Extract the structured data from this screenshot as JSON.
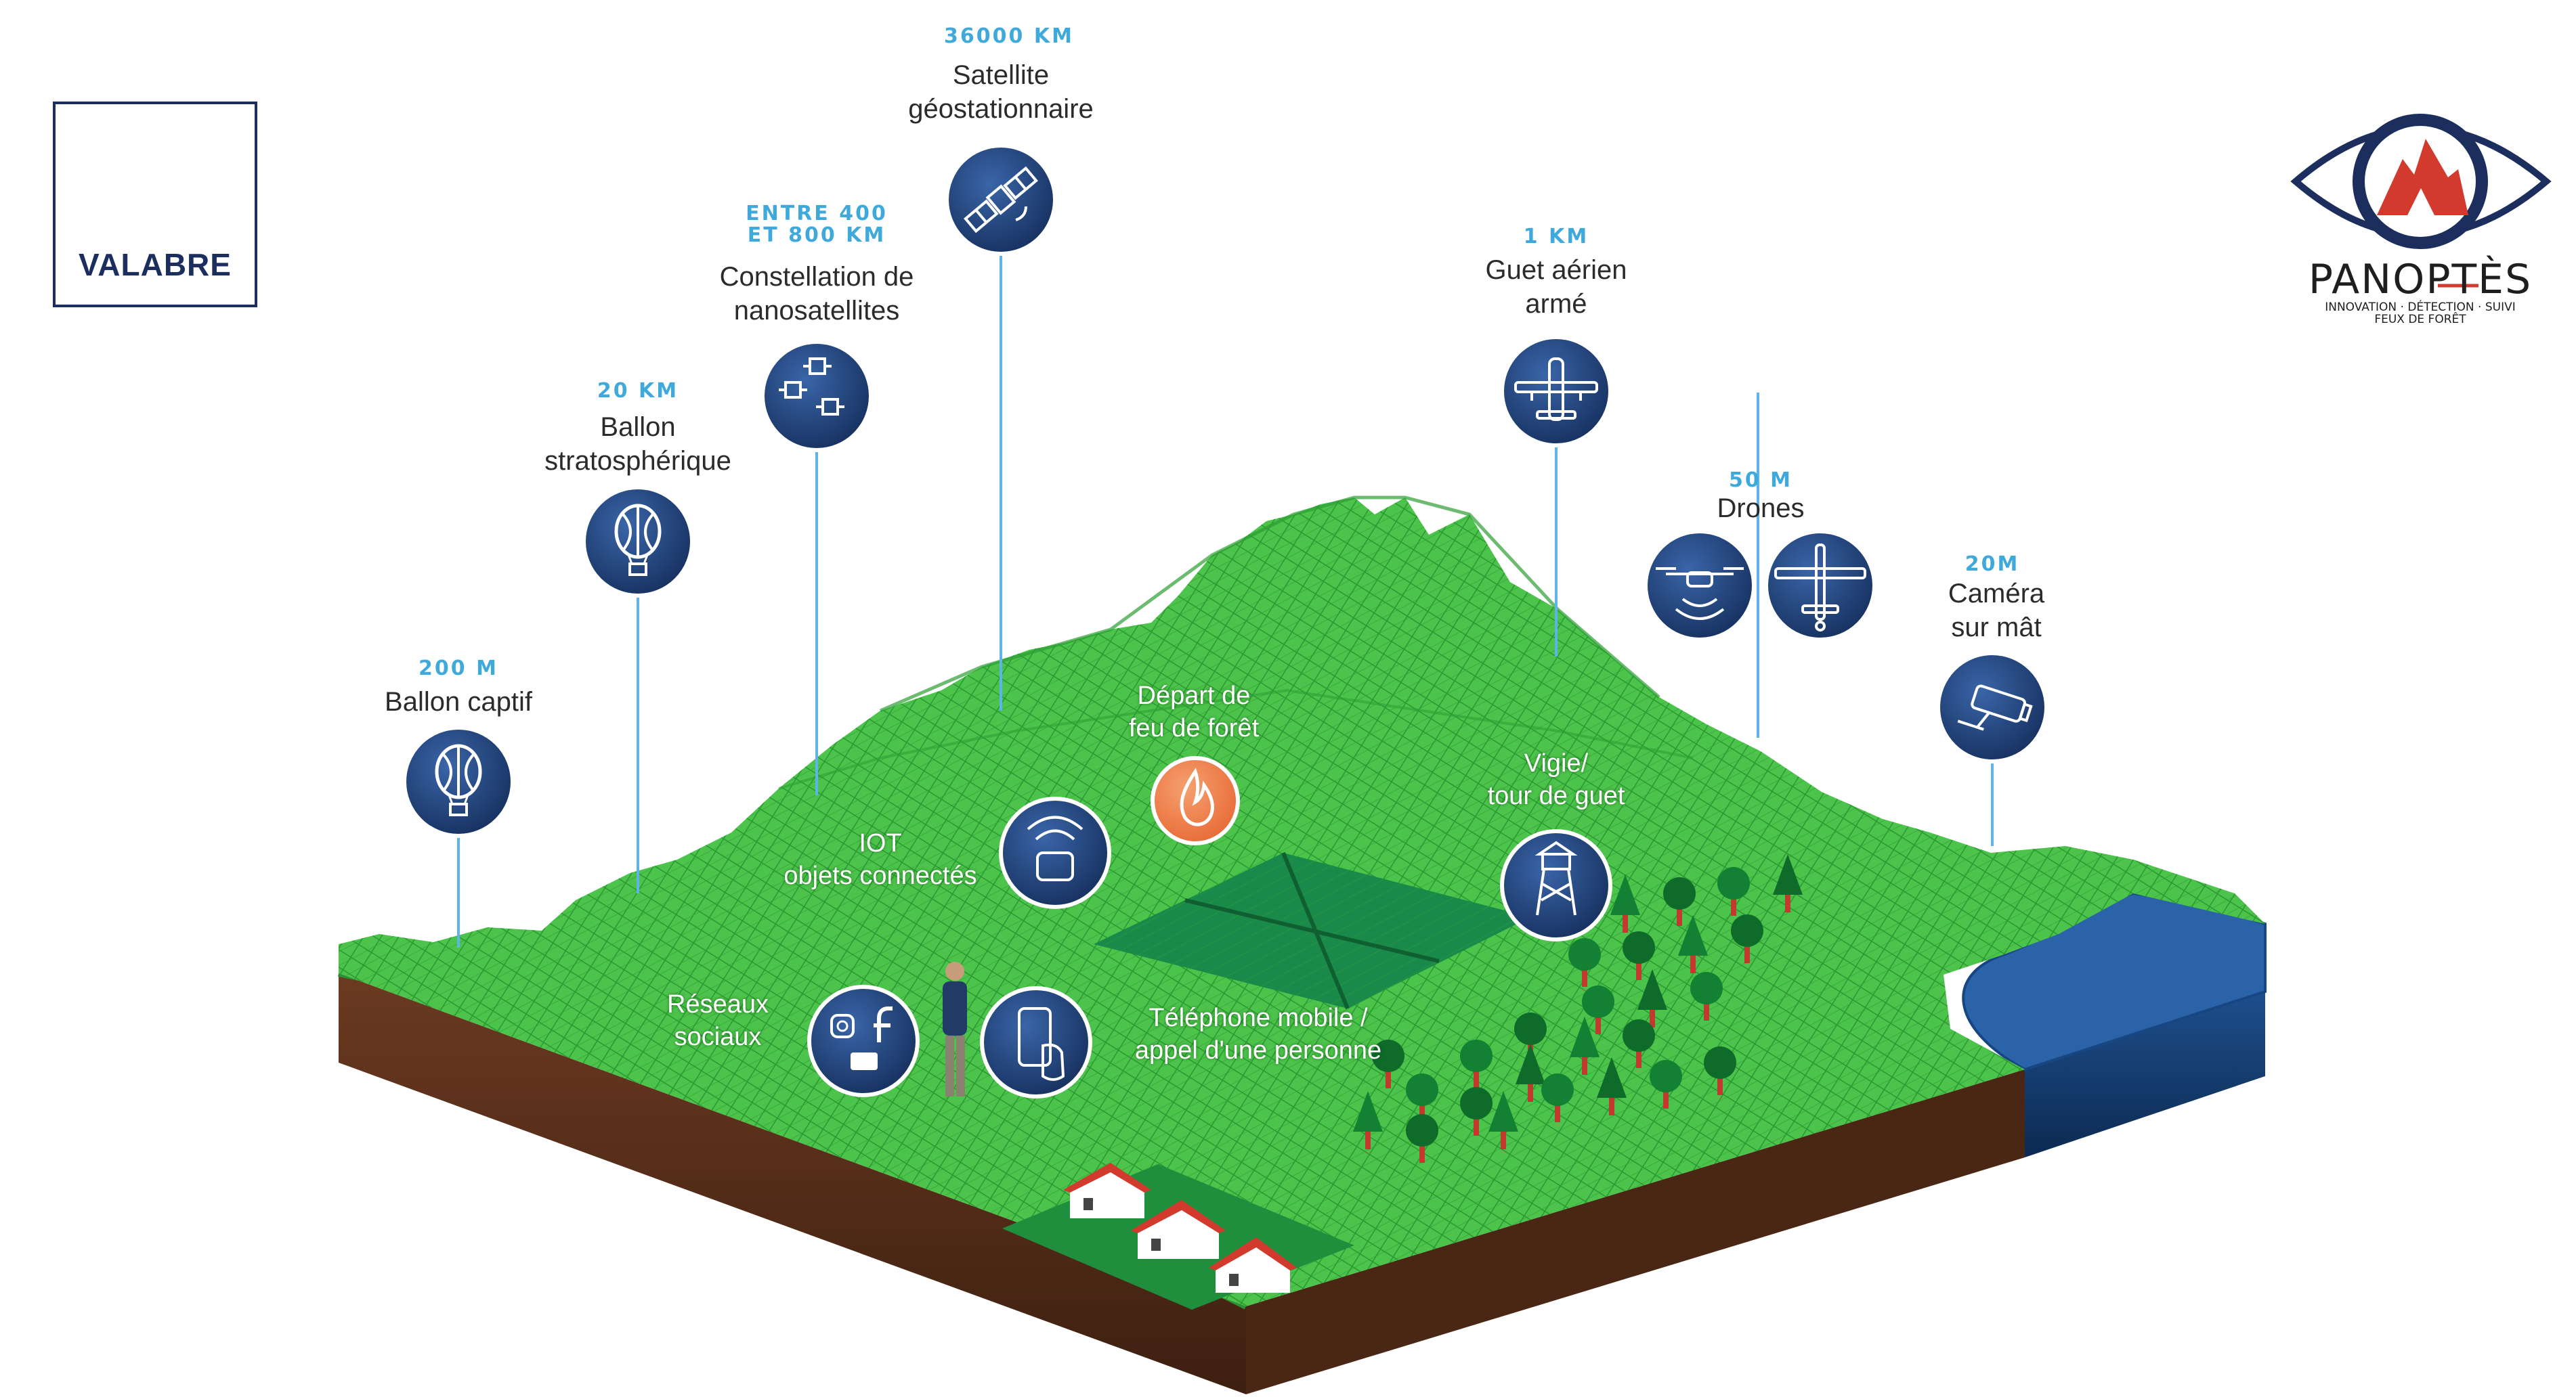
{
  "logos": {
    "left": {
      "wordmark": "VALABRE"
    },
    "right": {
      "wordmark": "PANOPTÈS",
      "tagline": "INNOVATION · DÉTECTION · SUIVI",
      "subtagline": "FEUX DE FORÊT"
    }
  },
  "colors": {
    "terrain": "#4cc34a",
    "terrain_mesh": "#1f8a2a",
    "soil": "#5a2f1a",
    "water": "#2b63a8",
    "badge": "#1f3e76",
    "fire": "#ee7a45",
    "altitude_text": "#3fa9dc",
    "roof": "#d23a2e"
  },
  "sensors": [
    {
      "altitude": "200 M",
      "label_lines": [
        "Ballon captif"
      ],
      "icon": "tethered-balloon-icon"
    },
    {
      "altitude": "20 KM",
      "label_lines": [
        "Ballon",
        "stratosphérique"
      ],
      "icon": "stratospheric-balloon-icon"
    },
    {
      "altitude_lines": [
        "ENTRE 400",
        "ET 800 KM"
      ],
      "label_lines": [
        "Constellation de",
        "nanosatellites"
      ],
      "icon": "nanosatellites-icon"
    },
    {
      "altitude": "36000 KM",
      "label_lines": [
        "Satellite",
        "géostationnaire"
      ],
      "icon": "satellite-icon"
    },
    {
      "altitude": "1 KM",
      "label_lines": [
        "Guet aérien",
        "armé"
      ],
      "icon": "plane-icon"
    },
    {
      "altitude": "50 M",
      "label_lines": [
        "Drones"
      ],
      "icon": "drones-icon"
    },
    {
      "altitude": "20M",
      "label_lines": [
        "Caméra",
        "sur mât"
      ],
      "icon": "camera-icon"
    }
  ],
  "ground": {
    "fire": {
      "label_lines": [
        "Départ de",
        "feu de forêt"
      ],
      "icon": "fire-icon"
    },
    "iot": {
      "label_lines": [
        "IOT",
        "objets connectés"
      ],
      "icon": "wireless-device-icon"
    },
    "tower": {
      "label_lines": [
        "Vigie/",
        "tour de guet"
      ],
      "icon": "watchtower-icon"
    },
    "social": {
      "label_lines": [
        "Réseaux",
        "sociaux"
      ],
      "icon": "social-media-icon"
    },
    "phone": {
      "label_lines": [
        "Téléphone mobile /",
        "appel d'une personne"
      ],
      "icon": "phone-icon"
    }
  }
}
